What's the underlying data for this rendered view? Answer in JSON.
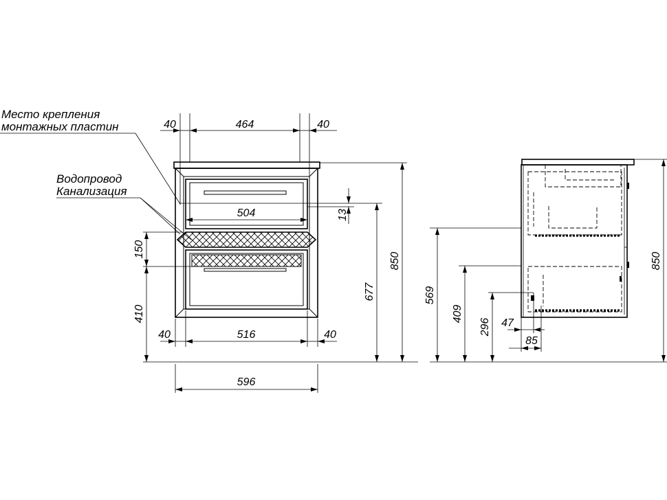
{
  "labels": {
    "mounting_plates": [
      "Место крепления",
      "монтажных пластин"
    ],
    "utilities": [
      "Водопровод",
      "Канализация"
    ]
  },
  "front_view": {
    "top_dims": [
      40,
      464,
      40
    ],
    "inner_width": 504,
    "offset": 13,
    "band_height": 150,
    "lower_height": 410,
    "pipe_height": 677,
    "total_height": 850,
    "bottom_dims": [
      40,
      516,
      40
    ],
    "total_width": 596
  },
  "side_view": {
    "heights": [
      569,
      409,
      296
    ],
    "depth_offsets": [
      47,
      85
    ],
    "total_height": 850
  }
}
